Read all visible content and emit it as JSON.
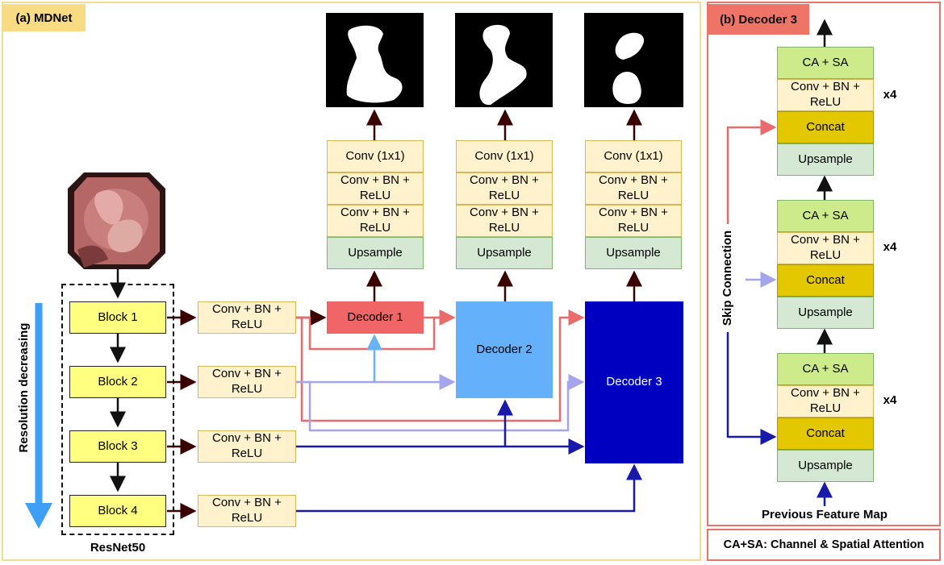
{
  "panel_a": {
    "label": "(a) MDNet"
  },
  "panel_b": {
    "label": "(b) Decoder 3"
  },
  "encoder": {
    "blocks": [
      "Block 1",
      "Block 2",
      "Block 3",
      "Block 4"
    ],
    "caption": "ResNet50",
    "side_label": "Resolution decreasing"
  },
  "lateral_convs": [
    "Conv + BN +\nReLU",
    "Conv + BN +\nReLU",
    "Conv + BN +\nReLU",
    "Conv + BN +\nReLU"
  ],
  "decoders": [
    "Decoder 1",
    "Decoder 2",
    "Decoder 3"
  ],
  "heads": {
    "conv1x1": "Conv (1x1)",
    "cbr": "Conv + BN +\nReLU",
    "upsample": "Upsample"
  },
  "detail": {
    "stage": {
      "casa": "CA + SA",
      "cbr": "Conv + BN +\nReLU",
      "concat": "Concat",
      "upsample": "Upsample",
      "repeat": "x4"
    },
    "skip_label": "Skip Connection",
    "input_label": "Previous Feature Map"
  },
  "legend": "CA+SA: Channel & Spatial Attention",
  "colors": {
    "panel_a_border": "#f3dd8f",
    "panel_a_tag": "#f8db83",
    "panel_b_border": "#e8746b",
    "panel_b_tag": "#ee7468",
    "decoder1": "#f06565",
    "decoder2": "#64b0fb",
    "decoder3": "#0000c0",
    "arrow_dark": "#3a0000",
    "arrow_salmon": "#ea6b6b",
    "arrow_lavender": "#a5a5ee",
    "arrow_sky": "#6ab2f2",
    "arrow_navy": "#1a1aaa"
  }
}
